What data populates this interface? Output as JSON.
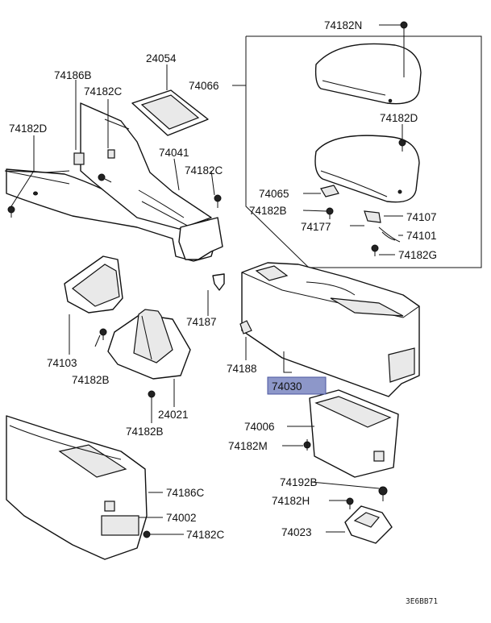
{
  "diagram": {
    "labels": {
      "p74182N": "74182N",
      "p24054": "24054",
      "p74186B": "74186B",
      "p74182C_a": "74182C",
      "p74066": "74066",
      "p74182D_a": "74182D",
      "p74182D_b": "74182D",
      "p74041": "74041",
      "p74182C_b": "74182C",
      "p74065": "74065",
      "p74182B_a": "74182B",
      "p74107": "74107",
      "p74177": "74177",
      "p74101": "74101",
      "p74182G": "74182G",
      "p74187": "74187",
      "p74103": "74103",
      "p74182B_b": "74182B",
      "p74188": "74188",
      "p74030": "74030",
      "p24021": "24021",
      "p74182B_c": "74182B",
      "p74006": "74006",
      "p74182M": "74182M",
      "p74192B": "74192B",
      "p74182H": "74182H",
      "p74186C": "74186C",
      "p74002": "74002",
      "p74182C_c": "74182C",
      "p74023": "74023"
    },
    "highlighted_part": "74030",
    "highlight_color": "#8d97c9",
    "diagram_code": "3E6BB71"
  }
}
